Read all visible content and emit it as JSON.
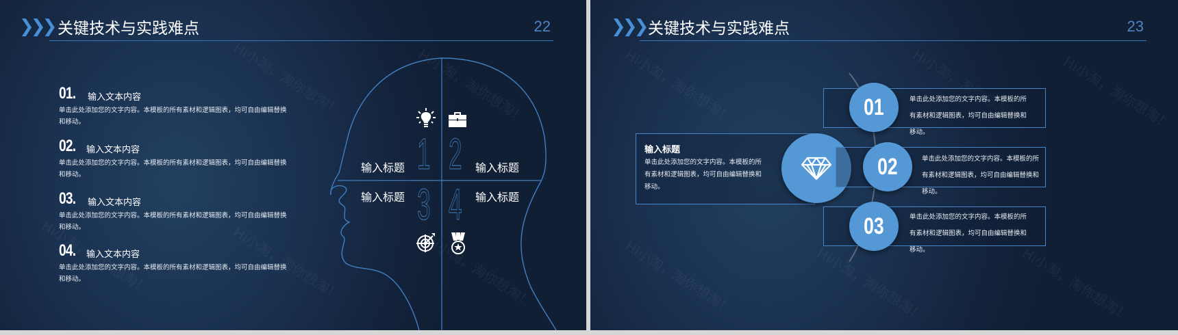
{
  "watermark": "Hi小淘，淘你想淘！",
  "slide1": {
    "title": "关键技术与实践难点",
    "page_number": "22",
    "items": [
      {
        "num": "01.",
        "title": "输入文本内容",
        "desc": "单击此处添加您的文字内容。本模板的所有素材和逻辑图表，均可自由编辑替换和移动。"
      },
      {
        "num": "02.",
        "title": "输入文本内容",
        "desc": "单击此处添加您的文字内容。本模板的所有素材和逻辑图表，均可自由编辑替换和移动。"
      },
      {
        "num": "03.",
        "title": "输入文本内容",
        "desc": "单击此处添加您的文字内容。本模板的所有素材和逻辑图表，均可自由编辑替换和移动。"
      },
      {
        "num": "04.",
        "title": "输入文本内容",
        "desc": "单击此处添加您的文字内容。本模板的所有素材和逻辑图表，均可自由编辑替换和移动。"
      }
    ],
    "head_diagram": {
      "quadrants": [
        {
          "num": "1",
          "label": "输入标题",
          "icon": "lightbulb-icon"
        },
        {
          "num": "2",
          "label": "输入标题",
          "icon": "briefcase-icon"
        },
        {
          "num": "3",
          "label": "输入标题",
          "icon": "target-icon"
        },
        {
          "num": "4",
          "label": "输入标题",
          "icon": "medal-icon"
        }
      ]
    }
  },
  "slide2": {
    "title": "关键技术与实践难点",
    "page_number": "23",
    "main_box": {
      "title": "输入标题",
      "desc": "单击此处添加您的文字内容。本模板的所有素材和逻辑图表，均可自由编辑替换和移动。",
      "icon": "diamond-icon"
    },
    "items": [
      {
        "num": "01",
        "desc": "单击此处添加您的文字内容。本模板的所有素材和逻辑图表，均可自由编辑替换和移动。"
      },
      {
        "num": "02",
        "desc": "单击此处添加您的文字内容。本模板的所有素材和逻辑图表，均可自由编辑替换和移动。"
      },
      {
        "num": "03",
        "desc": "单击此处添加您的文字内容。本模板的所有素材和逻辑图表，均可自由编辑替换和移动。"
      }
    ]
  },
  "colors": {
    "accent": "#5598d6",
    "line": "#3a78b8",
    "background": "#13233b"
  }
}
